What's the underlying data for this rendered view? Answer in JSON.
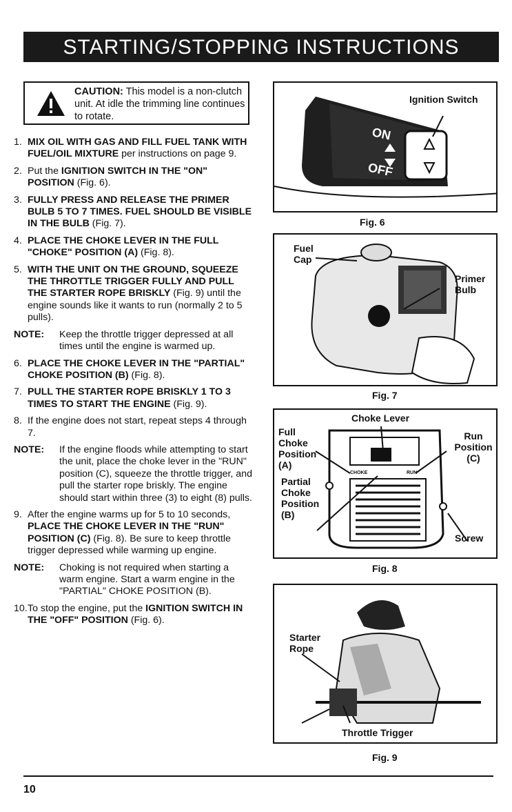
{
  "banner": "STARTING/STOPPING INSTRUCTIONS",
  "caution": {
    "label": "CAUTION:",
    "text": " This model is a non-clutch unit. At idle the trimming line continues to rotate."
  },
  "steps": [
    {
      "num": "1.",
      "bold": "MIX OIL WITH GAS AND FILL FUEL TANK WITH FUEL/OIL MIXTURE",
      "rest": " per instructions on page 9."
    },
    {
      "num": "2.",
      "pre": "Put the ",
      "bold": "IGNITION SWITCH IN THE \"ON\" POSITION",
      "rest": " (Fig. 6)."
    },
    {
      "num": "3.",
      "bold": "FULLY PRESS AND RELEASE THE PRIMER BULB 5 TO 7 TIMES. FUEL SHOULD BE VISIBLE IN THE BULB",
      "rest": " (Fig. 7)."
    },
    {
      "num": "4.",
      "bold": "PLACE THE CHOKE LEVER IN THE FULL \"CHOKE\" POSITION (A)",
      "rest": " (Fig. 8)."
    },
    {
      "num": "5.",
      "bold": "WITH THE UNIT ON THE GROUND, SQUEEZE THE THROTTLE TRIGGER FULLY AND PULL THE STARTER ROPE BRISKLY",
      "rest": " (Fig. 9) until the engine sounds like it wants to run (normally 2 to 5 pulls)."
    }
  ],
  "note1": {
    "label": "NOTE:",
    "text": "Keep the throttle trigger depressed at all times until the engine is warmed up."
  },
  "steps2": [
    {
      "num": "6.",
      "bold": "PLACE THE CHOKE LEVER IN THE \"PARTIAL\" CHOKE POSITION (B)",
      "rest": " (Fig. 8)."
    },
    {
      "num": "7.",
      "bold": "PULL THE STARTER ROPE BRISKLY 1 TO 3 TIMES TO START THE ENGINE",
      "rest": " (Fig. 9)."
    },
    {
      "num": "8.",
      "rest": "If the engine does not start, repeat steps 4 through 7."
    }
  ],
  "note2": {
    "label": "NOTE:",
    "text": "If the engine floods while attempting to start the unit, place the choke lever in the \"RUN\" position (C), squeeze the throttle trigger, and pull the starter rope briskly. The engine should start within three (3) to eight (8) pulls."
  },
  "step9": {
    "num": "9.",
    "pre": "After the engine warms up for 5 to 10 seconds, ",
    "bold": "PLACE THE CHOKE LEVER IN THE \"RUN\" POSITION (C)",
    "rest": " (Fig. 8). Be sure to keep throttle trigger depressed while warming up engine."
  },
  "note3": {
    "label": "NOTE:",
    "text": "Choking is not required when starting a warm engine. Start a warm engine in the \"PARTIAL\" CHOKE POSITION (B)."
  },
  "step10": {
    "num": "10.",
    "pre": "To stop the engine, put the ",
    "bold": "IGNITION SWITCH IN THE \"OFF\" POSITION",
    "rest": " (Fig. 6)."
  },
  "fig6": {
    "caption": "Fig. 6",
    "label": "Ignition Switch",
    "on": "ON",
    "off": "OFF"
  },
  "fig7": {
    "caption": "Fig. 7",
    "fuel_cap": "Fuel Cap",
    "primer": "Primer Bulb"
  },
  "fig8": {
    "caption": "Fig. 8",
    "choke_lever": "Choke Lever",
    "full": "Full Choke Position (A)",
    "run": "Run Position (C)",
    "partial": "Partial Choke Position (B)",
    "screw": "Screw",
    "choke_word": "CHOKE",
    "run_word": "RUN"
  },
  "fig9": {
    "caption": "Fig. 9",
    "starter": "Starter Rope",
    "throttle": "Throttle Trigger"
  },
  "page_number": "10"
}
